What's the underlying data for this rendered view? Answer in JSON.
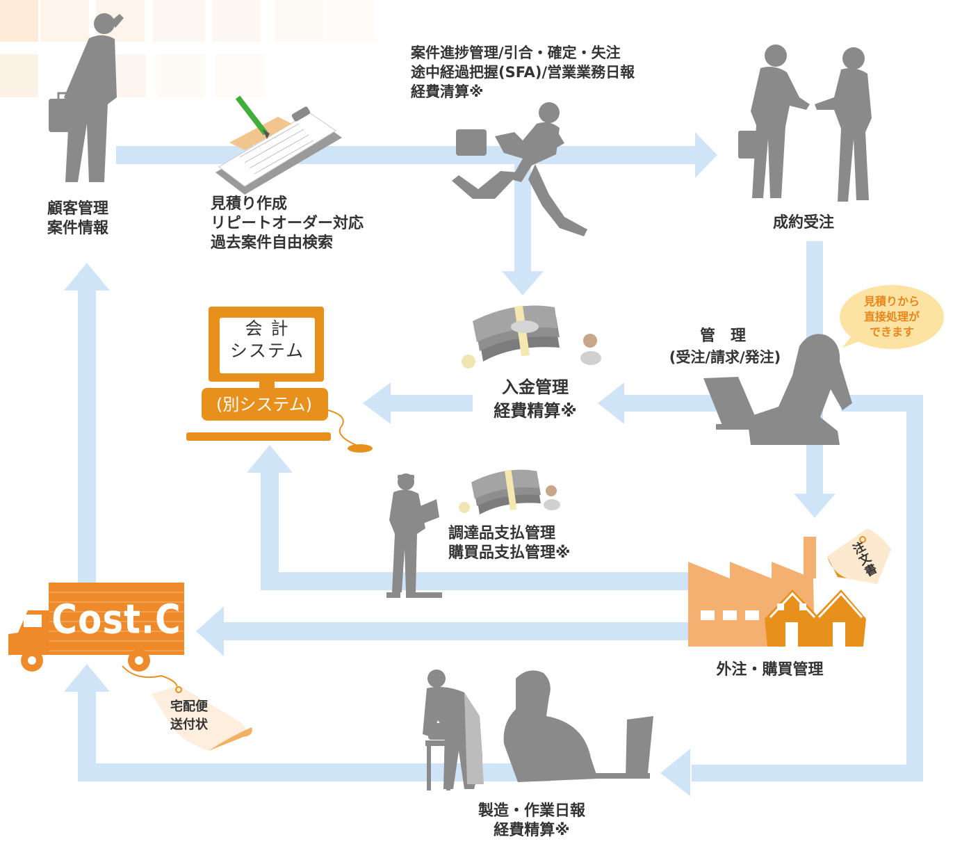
{
  "colors": {
    "arrow": "#cfe5f7",
    "silhouette": "#8a8a8a",
    "orange": "#e8901c",
    "light_orange": "#f3a765",
    "bubble_bg": "#fce3a4",
    "bubble_text": "#e8861b"
  },
  "labels": {
    "customer": "顧客管理\n案件情報",
    "estimate": "見積り作成\nリピートオーダー対応\n過去案件自由検索",
    "sfa": "案件進捗管理/引合・確定・失注\n途中経過把握(SFA)/営業業務日報\n経費清算※",
    "contract": "成約受注",
    "manage_title": "管　理",
    "manage_sub": "(受注/請求/発注)",
    "payment": "入金管理\n経費精算※",
    "procurement": "調達品支払管理\n購買品支払管理※",
    "outsource": "外注・購買管理",
    "manufacturing": "製造・作業日報\n経費精算※"
  },
  "bubble": {
    "text": "見積りから\n直接処理が\nできます"
  },
  "accounting": {
    "title": "会 計\nシステム",
    "sub": "(別システム)"
  },
  "truck": {
    "logo": "Cost.C"
  },
  "delivery_slip": {
    "text": "宅配便\n送付状"
  },
  "order_slip": {
    "text": "注文書"
  },
  "icons": [
    "businessman-phone-icon",
    "clipboard-icon",
    "running-businessman-icon",
    "handshake-icon",
    "money-stack-icon",
    "woman-laptop-icon",
    "computer-icon",
    "worker-clipboard-icon",
    "factory-icon",
    "truck-icon",
    "craftsman-icon"
  ]
}
